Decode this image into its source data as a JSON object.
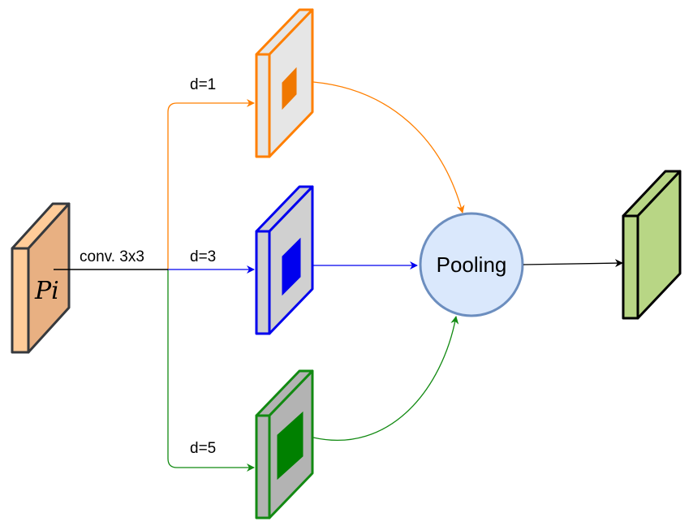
{
  "input": {
    "label": "Pi"
  },
  "conv_label": "conv. 3x3",
  "branches": [
    {
      "dilation_label": "d=1",
      "color": "#ff7f00"
    },
    {
      "dilation_label": "d=3",
      "color": "#0000ee"
    },
    {
      "dilation_label": "d=5",
      "color": "#128a12"
    }
  ],
  "pooling": {
    "label": "Pooling",
    "fill": "#dae8fc",
    "stroke": "#6c8ebf"
  },
  "colors": {
    "input_front": "#ffcc99",
    "input_side": "#e8b082",
    "input_stroke": "#36393d",
    "output_front": "#b8d685",
    "output_stroke": "#000000",
    "branch1_fill": "#e6e6e6",
    "branch2_fill": "#d0d0d0",
    "branch3_fill": "#b3b3b3"
  }
}
